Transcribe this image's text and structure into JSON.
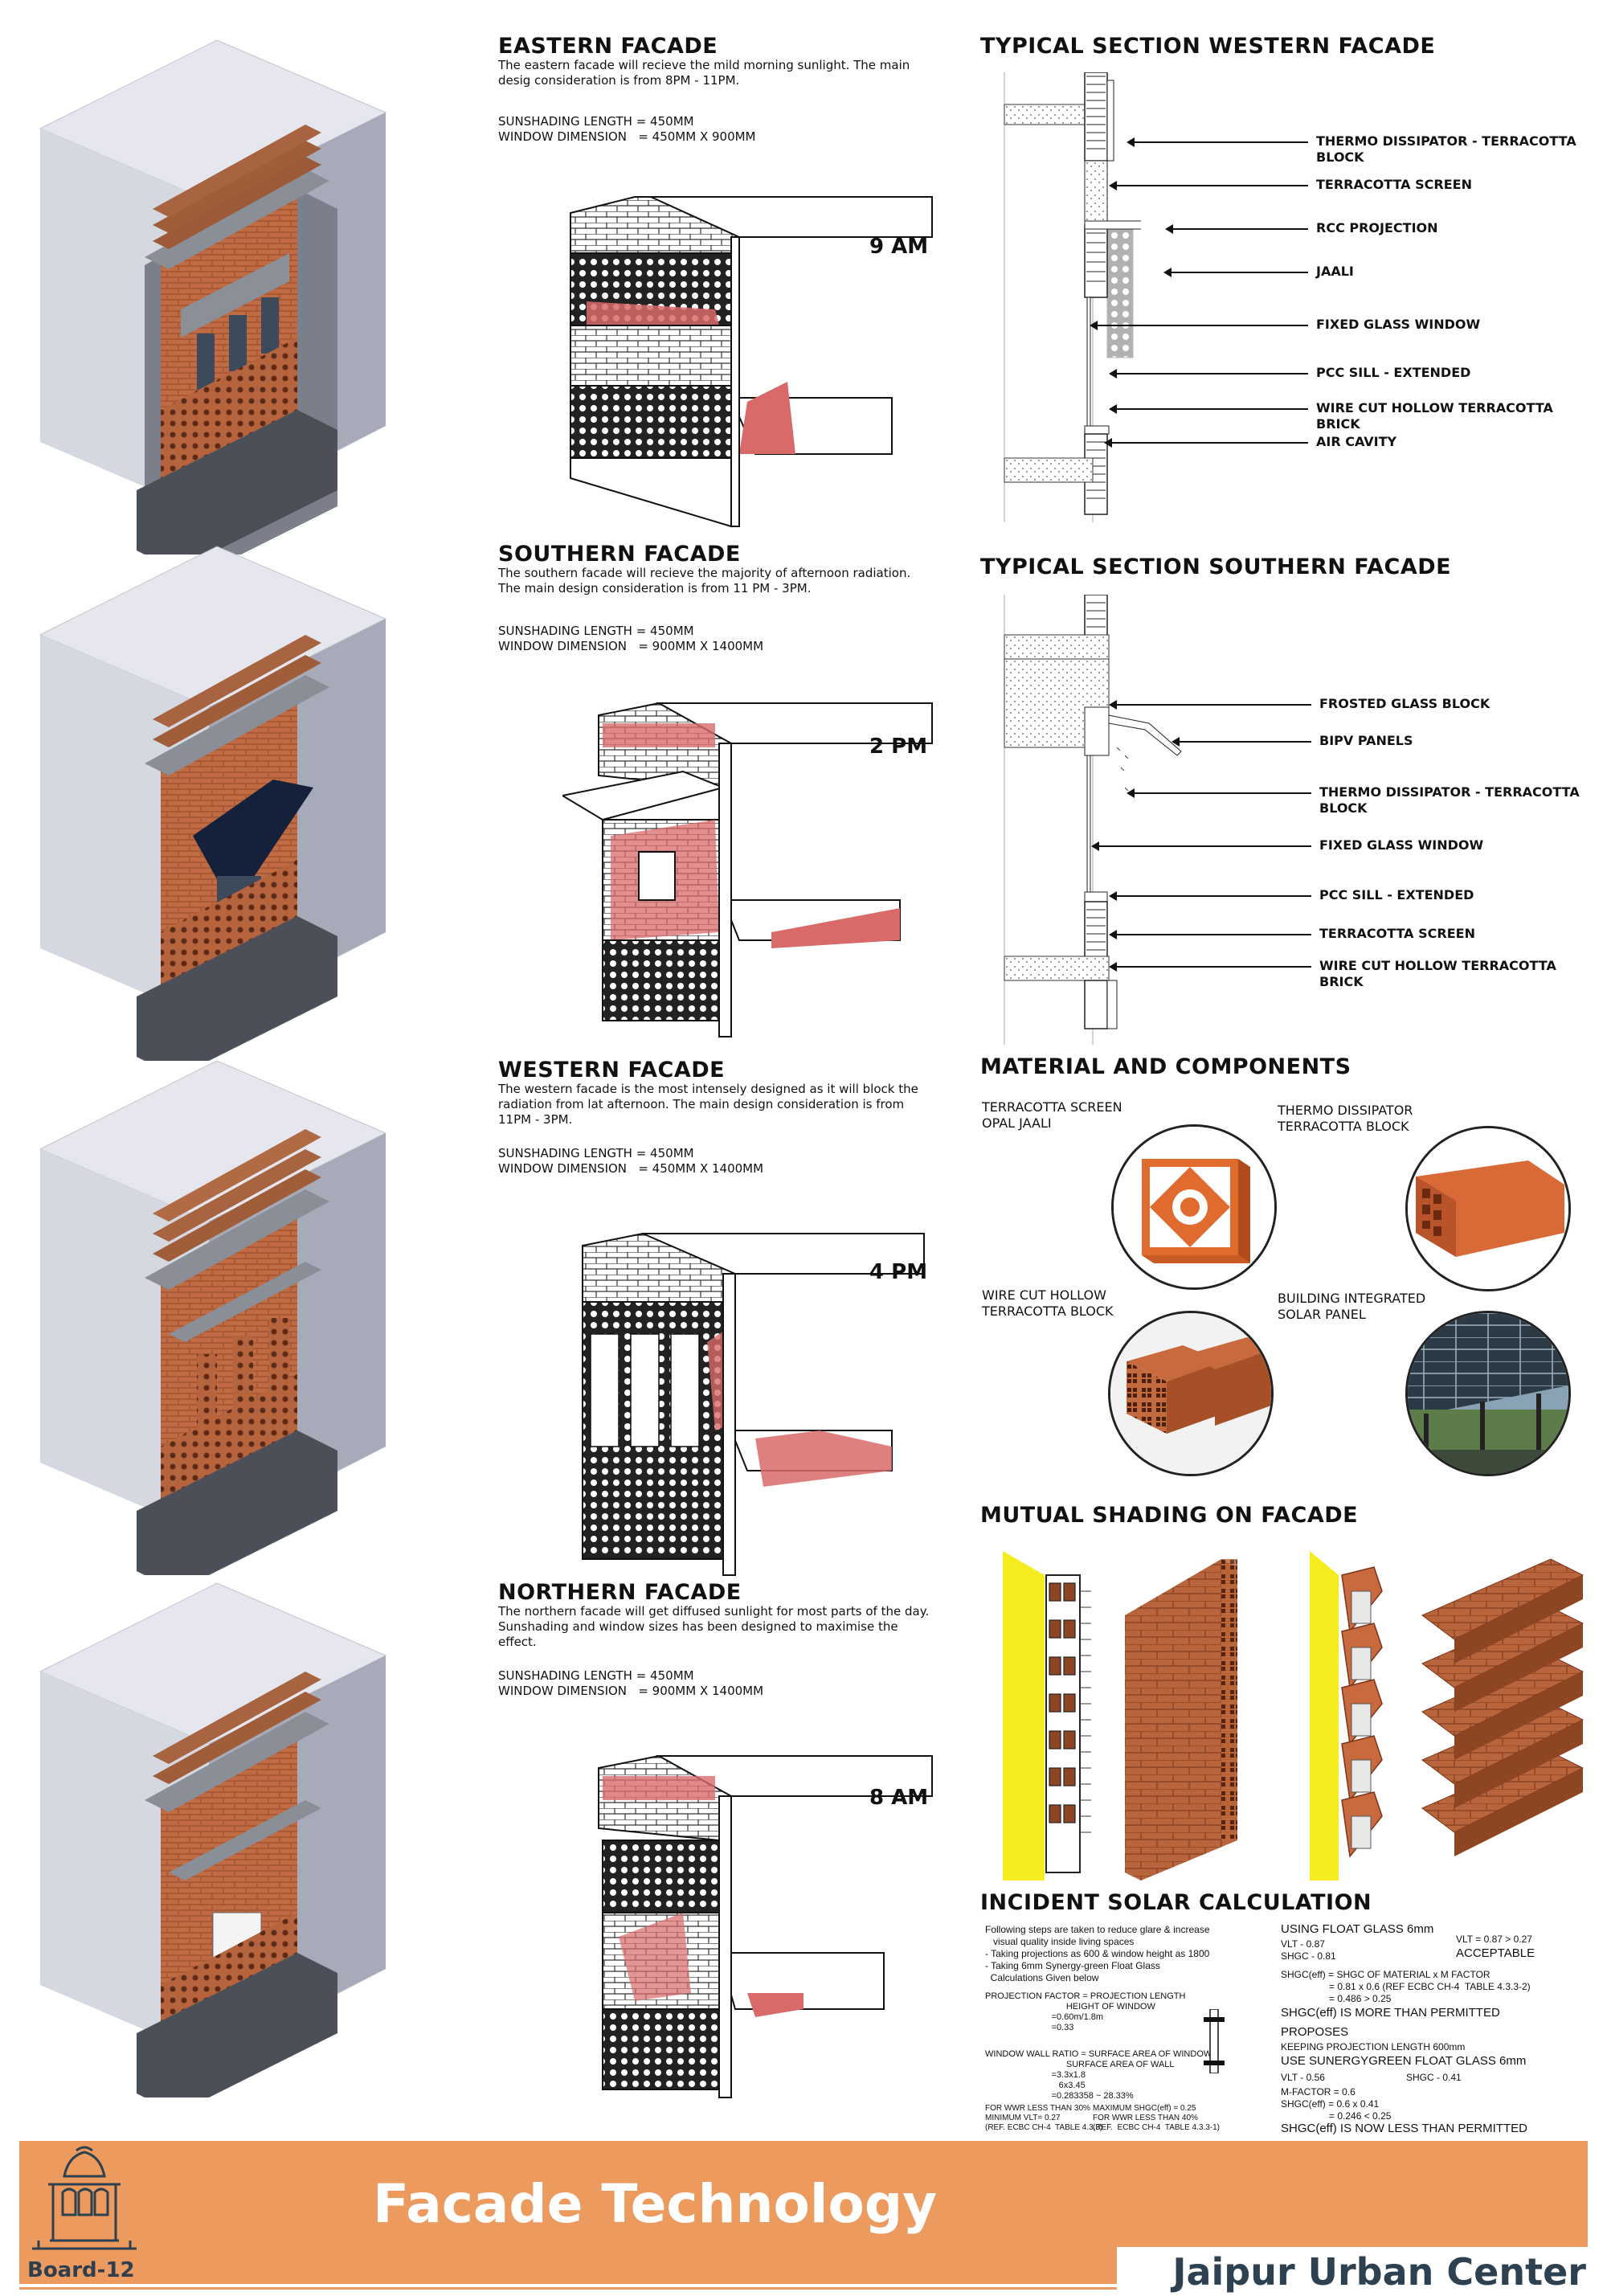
{
  "facades": [
    {
      "title": "EASTERN FACADE",
      "desc": "The eastern facade will recieve the mild morning sunlight. The main desig consideration is from 8PM - 11PM.",
      "spec": "SUNSHADING LENGTH = 450MM\nWINDOW DIMENSION   = 450MM X 900MM",
      "time": "9 AM"
    },
    {
      "title": "SOUTHERN FACADE",
      "desc": "The southern facade will recieve the majority of afternoon radiation. The main design consideration is from 11 PM - 3PM.",
      "spec": "SUNSHADING LENGTH = 450MM\nWINDOW DIMENSION   = 900MM X 1400MM",
      "time": "2 PM"
    },
    {
      "title": "WESTERN FACADE",
      "desc": "The western facade is the most intensely designed as it will block the radiation from lat afternoon. The main design consideration is from 11PM - 3PM.",
      "spec": "SUNSHADING LENGTH = 450MM\nWINDOW DIMENSION   = 450MM X 1400MM",
      "time": "4 PM"
    },
    {
      "title": "NORTHERN FACADE",
      "desc": "The northern facade will get diffused sunlight for most parts of the day. Sunshading and window sizes has been designed to maximise the effect.",
      "spec": "SUNSHADING LENGTH = 450MM\nWINDOW DIMENSION   = 900MM X 1400MM",
      "time": "8 AM"
    }
  ],
  "western_section": {
    "title": "TYPICAL SECTION WESTERN FACADE",
    "labels": [
      "THERMO DISSIPATOR - TERRACOTTA BLOCK",
      "TERRACOTTA SCREEN",
      "RCC PROJECTION",
      "JAALI",
      "FIXED GLASS WINDOW",
      "PCC SILL - EXTENDED",
      "WIRE CUT HOLLOW TERRACOTTA BRICK",
      "AIR CAVITY"
    ]
  },
  "southern_section": {
    "title": "TYPICAL SECTION SOUTHERN FACADE",
    "labels": [
      "FROSTED GLASS BLOCK",
      "BIPV PANELS",
      "THERMO DISSIPATOR - TERRACOTTA BLOCK",
      "FIXED GLASS WINDOW",
      "PCC SILL - EXTENDED",
      "TERRACOTTA SCREEN",
      "WIRE CUT HOLLOW TERRACOTTA BRICK"
    ]
  },
  "materials": {
    "title": "MATERIAL AND COMPONENTS",
    "items": [
      "TERRACOTTA SCREEN\nOPAL JAALI",
      "THERMO DISSIPATOR\nTERRACOTTA BLOCK",
      "WIRE CUT HOLLOW\nTERRACOTTA BLOCK",
      "BUILDING INTEGRATED\nSOLAR PANEL"
    ]
  },
  "mutual_shading": {
    "title": "MUTUAL SHADING ON FACADE"
  },
  "solar_calc": {
    "title": "INCIDENT SOLAR CALCULATION",
    "intro": "Following steps are taken to reduce glare & increase\n   visual quality inside living spaces\n- Taking projections as 600 & window height as 1800\n- Taking 6mm Synergy-green Float Glass\n  Calculations Given below",
    "projection": "PROJECTION FACTOR = PROJECTION LENGTH\n                                 HEIGHT OF WINDOW\n                           =0.60m/1.8m\n                           =0.33",
    "wwr": "WINDOW WALL RATIO = SURFACE AREA OF WINDOW\n                                 SURFACE AREA OF WALL\n                           =3.3x1.8\n                              6x3.45\n                           =0.283358 ~ 28.33%",
    "limits_left": "FOR WWR LESS THAN 30%\nMINIMUM VLT= 0.27\n(REF. ECBC CH-4  TABLE 4.3.3)",
    "limits_right": "MAXIMUM SHGC(eff) = 0.25\nFOR WWR LESS THAN 40%\n(REF.  ECBC CH-4  TABLE 4.3.3-1)",
    "using": "USING FLOAT GLASS 6mm",
    "vlt1": "VLT - 0.87\nSHGC - 0.81",
    "vlt_check": "VLT = 0.87 > 0.27",
    "acceptable": "ACCEPTABLE",
    "shgc_calc": "SHGC(eff) = SHGC OF MATERIAL x M FACTOR\n                  = 0.81 x 0.6 (REF ECBC CH-4  TABLE 4.3.3-2)\n                  = 0.486 > 0.25",
    "more": "SHGC(eff) IS MORE THAN PERMITTED",
    "proposes": "PROPOSES",
    "keeping": "KEEPING PROJECTION LENGTH 600mm",
    "use": "USE SUNERGYGREEN FLOAT GLASS 6mm",
    "vlt2": "VLT - 0.56",
    "shgc2": "SHGC - 0.41",
    "mfactor": "M-FACTOR = 0.6\nSHGC(eff) = 0.6 x 0.41\n                  = 0.246 < 0.25",
    "less": "SHGC(eff) IS NOW LESS THAN PERMITTED"
  },
  "footer": {
    "title": "Facade Technology",
    "board": "Board-12",
    "project": "Jaipur Urban Center"
  },
  "colors": {
    "accent": "#ec9a5e",
    "terracotta": "#b8643c",
    "sun": "#d96a6a",
    "yellow": "#f5ec1f",
    "navy": "#2d4151"
  }
}
